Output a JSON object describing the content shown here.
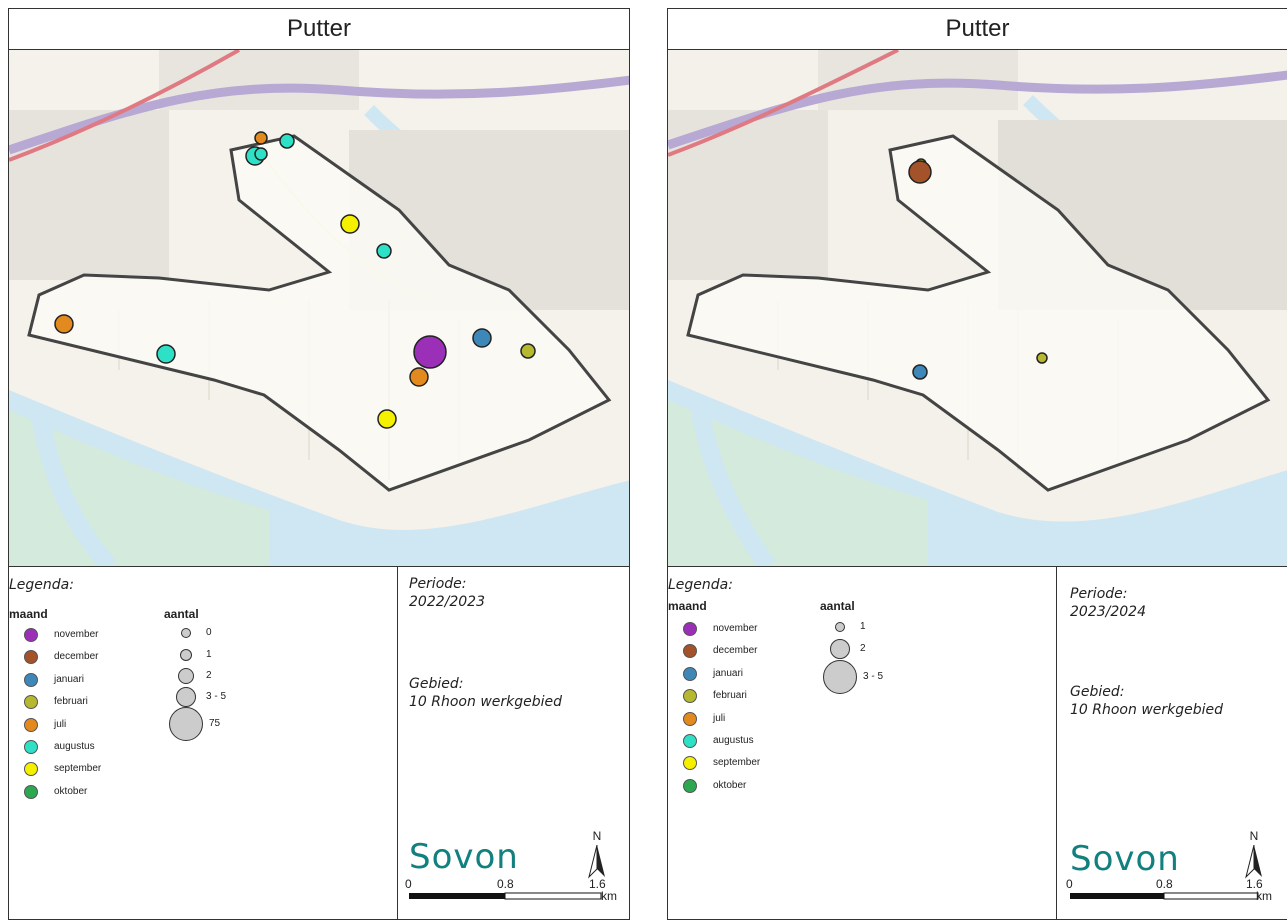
{
  "panels": [
    {
      "title": "Putter",
      "legend": {
        "title": "Legenda:",
        "month_header": "maand",
        "count_header": "aantal",
        "months": [
          {
            "label": "november",
            "color": "#9b2fb8"
          },
          {
            "label": "december",
            "color": "#a4522a"
          },
          {
            "label": "januari",
            "color": "#3e87b9"
          },
          {
            "label": "februari",
            "color": "#b6b830"
          },
          {
            "label": "juli",
            "color": "#e38a1e"
          },
          {
            "label": "augustus",
            "color": "#2de0c6"
          },
          {
            "label": "september",
            "color": "#f4f000"
          },
          {
            "label": "oktober",
            "color": "#2ca950"
          }
        ],
        "sizes": [
          "0",
          "1",
          "2",
          "3 - 5",
          "75"
        ]
      },
      "period_label": "Periode:",
      "period_value": "2022/2023",
      "area_label": "Gebied:",
      "area_value": "10 Rhoon werkgebied",
      "logo": "Sovon",
      "north": "N",
      "scale": {
        "ticks": [
          "0",
          "0.8",
          "1.6"
        ],
        "unit": "km"
      },
      "observations": [
        {
          "month": "juli",
          "count": "1"
        },
        {
          "month": "augustus",
          "count": "2"
        },
        {
          "month": "augustus",
          "count": "1"
        },
        {
          "month": "augustus",
          "count": "1"
        },
        {
          "month": "september",
          "count": "2"
        },
        {
          "month": "augustus",
          "count": "1"
        },
        {
          "month": "juli",
          "count": "2"
        },
        {
          "month": "augustus",
          "count": "2"
        },
        {
          "month": "november",
          "count": "75"
        },
        {
          "month": "januari",
          "count": "2"
        },
        {
          "month": "februari",
          "count": "1"
        },
        {
          "month": "juli",
          "count": "2"
        },
        {
          "month": "september",
          "count": "2"
        }
      ]
    },
    {
      "title": "Putter",
      "legend": {
        "title": "Legenda:",
        "month_header": "maand",
        "count_header": "aantal",
        "months": [
          {
            "label": "november",
            "color": "#9b2fb8"
          },
          {
            "label": "december",
            "color": "#a4522a"
          },
          {
            "label": "januari",
            "color": "#3e87b9"
          },
          {
            "label": "februari",
            "color": "#b6b830"
          },
          {
            "label": "juli",
            "color": "#e38a1e"
          },
          {
            "label": "augustus",
            "color": "#2de0c6"
          },
          {
            "label": "september",
            "color": "#f4f000"
          },
          {
            "label": "oktober",
            "color": "#2ca950"
          }
        ],
        "sizes": [
          "1",
          "2",
          "3 - 5"
        ]
      },
      "period_label": "Periode:",
      "period_value": "2023/2024",
      "area_label": "Gebied:",
      "area_value": "10 Rhoon werkgebied",
      "logo": "Sovon",
      "north": "N",
      "scale": {
        "ticks": [
          "0",
          "0.8",
          "1.6"
        ],
        "unit": "km"
      },
      "observations": [
        {
          "month": "februari",
          "count": "1"
        },
        {
          "month": "december",
          "count": "3 - 5"
        },
        {
          "month": "februari",
          "count": "1"
        },
        {
          "month": "januari",
          "count": "2"
        }
      ]
    }
  ]
}
